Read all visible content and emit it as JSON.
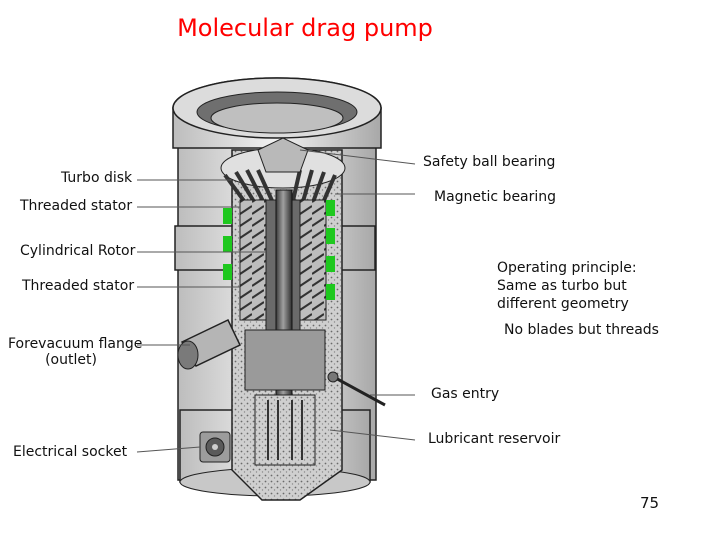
{
  "title": "Molecular drag pump",
  "labels": {
    "turbo_disk": "Turbo disk",
    "threaded_stator_top": "Threaded stator",
    "cylindrical_rotor": "Cylindrical Rotor",
    "threaded_stator_bottom": "Threaded stator",
    "forevacuum_line1": "Forevacuum flange",
    "forevacuum_line2": "(outlet)",
    "electrical_socket": "Electrical socket",
    "safety_ball_bearing": "Safety ball bearing",
    "magnetic_bearing": "Magnetic bearing",
    "gas_entry": "Gas entry",
    "lubricant_reservoir": "Lubricant reservoir"
  },
  "principle": {
    "line1": "Operating principle:",
    "line2": "Same as turbo but",
    "line3": "different geometry",
    "line4": "No blades but threads"
  },
  "page_number": "75",
  "colors": {
    "title": "#ff0000",
    "bearing_highlight": "#1ec81e",
    "metal_dark": "#2a2a2a",
    "metal_mid": "#8a8a8a",
    "metal_light": "#d9d9d9"
  }
}
